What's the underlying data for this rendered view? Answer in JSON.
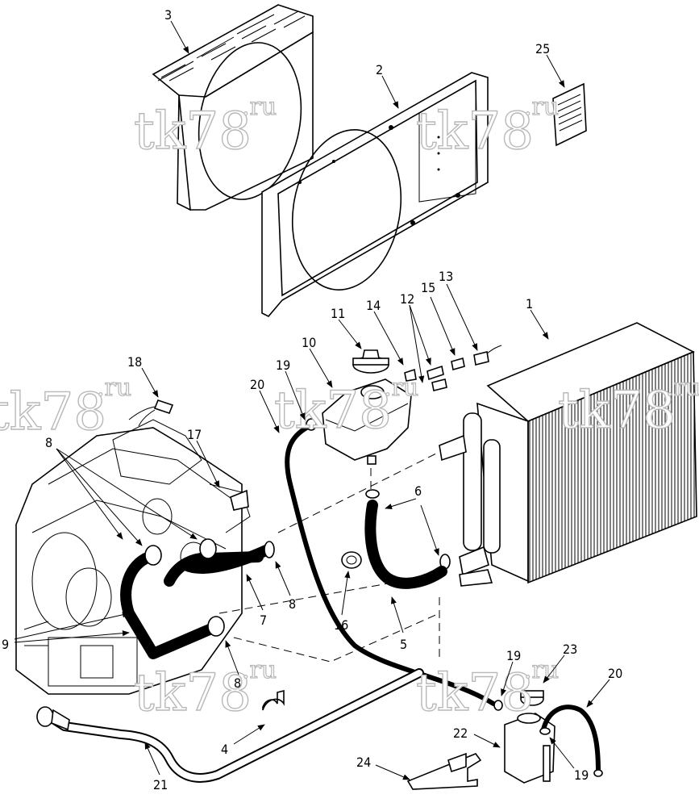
{
  "watermark": {
    "main": "tk78",
    "suffix": ".ru"
  },
  "callouts": [
    {
      "id": "c3",
      "label": "3"
    },
    {
      "id": "c2",
      "label": "2"
    },
    {
      "id": "c25",
      "label": "25"
    },
    {
      "id": "c1",
      "label": "1"
    },
    {
      "id": "c11",
      "label": "11"
    },
    {
      "id": "c14",
      "label": "14"
    },
    {
      "id": "c12",
      "label": "12"
    },
    {
      "id": "c15",
      "label": "15"
    },
    {
      "id": "c13",
      "label": "13"
    },
    {
      "id": "c10",
      "label": "10"
    },
    {
      "id": "c19a",
      "label": "19"
    },
    {
      "id": "c20a",
      "label": "20"
    },
    {
      "id": "c18",
      "label": "18"
    },
    {
      "id": "c17",
      "label": "17"
    },
    {
      "id": "c8a",
      "label": "8"
    },
    {
      "id": "c6",
      "label": "6"
    },
    {
      "id": "c8b",
      "label": "8"
    },
    {
      "id": "c7",
      "label": "7"
    },
    {
      "id": "c16",
      "label": "16"
    },
    {
      "id": "c5",
      "label": "5"
    },
    {
      "id": "c9",
      "label": "9"
    },
    {
      "id": "c8c",
      "label": "8"
    },
    {
      "id": "c19b",
      "label": "19"
    },
    {
      "id": "c23",
      "label": "23"
    },
    {
      "id": "c20b",
      "label": "20"
    },
    {
      "id": "c22",
      "label": "22"
    },
    {
      "id": "c19c",
      "label": "19"
    },
    {
      "id": "c4",
      "label": "4"
    },
    {
      "id": "c21",
      "label": "21"
    },
    {
      "id": "c24",
      "label": "24"
    }
  ]
}
